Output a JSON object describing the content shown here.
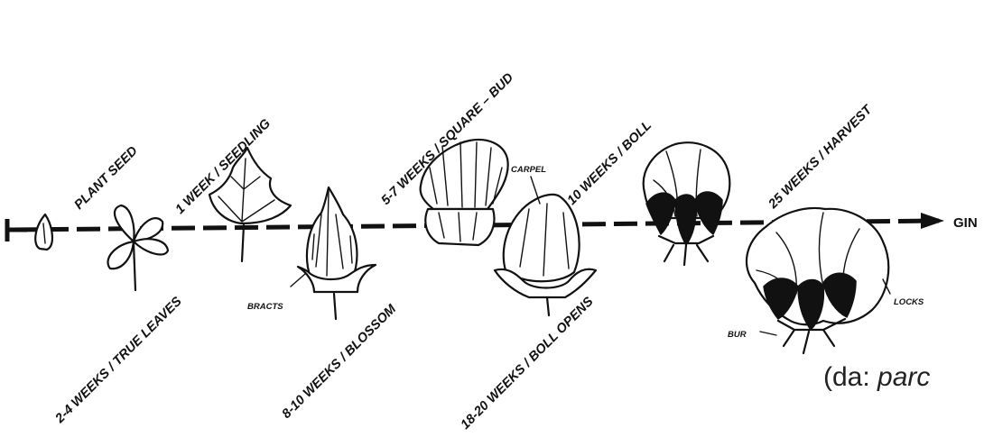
{
  "stages": [
    {
      "label": "PLANT SEED"
    },
    {
      "label": "1 WEEK / SEEDLING"
    },
    {
      "label": "2-4 WEEKS / TRUE LEAVES"
    },
    {
      "label": "5-7 WEEKS / SQUARE – BUD"
    },
    {
      "label": "8-10 WEEKS / BLOSSOM"
    },
    {
      "label": "10 WEEKS / BOLL"
    },
    {
      "label": "18-20 WEEKS / BOLL OPENS"
    },
    {
      "label": "25 WEEKS / HARVEST"
    }
  ],
  "parts": {
    "bracts": "BRACTS",
    "carpel": "CARPEL",
    "locks": "LOCKS",
    "bur": "BUR"
  },
  "timeline": {
    "end_label": "GIN"
  },
  "source": {
    "prefix": "(da: ",
    "name": "parc"
  }
}
